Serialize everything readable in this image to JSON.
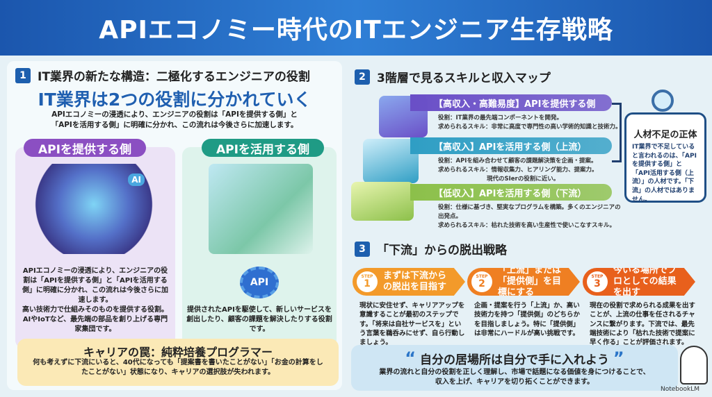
{
  "header": {
    "title": "APIエコノミー時代のITエンジニア生存戦略"
  },
  "section1": {
    "num": "1",
    "title": "IT業界の新たな構造：二極化するエンジニアの役割",
    "headline": "IT業界は2つの役割に分かれていく",
    "intro": [
      "APIエコノミーの浸透により、エンジニアの役割は「APIを提供する側」と",
      "「APIを活用する側」に明確に分かれ、この流れは今後さらに加速します。"
    ],
    "provider": {
      "label": "APIを提供する側",
      "text1": "APIエコノミーの浸透により、エンジニアの役割は「APIを提供する側」と「APIを活用する側」に明確に分かれ、この流れは今後さらに加速します。",
      "text2": "高い技術力で仕組みそのものを提供する役割。AIやIoTなど、最先端の部品を創り上げる専門家集団です。",
      "illo": "AI"
    },
    "consumer": {
      "label": "APIを活用する側",
      "text": "提供されたAPIを駆使して、新しいサービスを創出したり、顧客の課題を解決したりする役割です。",
      "gear": "API"
    },
    "trap": {
      "title": "キャリアの罠：純粋培養プログラマー",
      "text": "何も考えずに下流にいると、40代になっても「提案書を書いたことがない」「お金の計算をしたことがない」状態になり、キャリアの選択肢が失われます。"
    }
  },
  "section2": {
    "num": "2",
    "title": "3階層で見るスキルと収入マップ",
    "tiers": [
      {
        "label": "【高収入・高難易度】APIを提供する側",
        "lines": [
          "役割：IT業界の最先端コンポーネントを開発。",
          "求められるスキル：非常に高度で専門性の高い学術的知識と技術力。"
        ],
        "color": "#6a4fc7"
      },
      {
        "label": "【高収入】APIを活用する側（上流）",
        "lines": [
          "役割：APIを組み合わせて顧客の課題解決策を企画・提案。",
          "求められるスキル：情報収集力、ヒアリング能力、提案力。",
          "現代のSIerの役割に近い。"
        ],
        "color": "#2f9ec4"
      },
      {
        "label": "【低収入】APIを活用する側（下流）",
        "lines": [
          "役割：仕様に基づき、堅実なプログラムを構築。多くのエンジニアの出発点。",
          "求められるスキル：枯れた技術を高い生産性で使いこなすスキル。"
        ],
        "color": "#8cc04a"
      }
    ],
    "callout": {
      "title": "人材不足の正体",
      "text": "IT業界で不足していると言われるのは、「APIを提供する側」と「API活用する側（上流）」の人材です。「下流」の人材ではありません。"
    }
  },
  "section3": {
    "num": "3",
    "title": "「下流」からの脱出戦略",
    "step_word": "STEP",
    "steps": [
      {
        "n": "1",
        "title": "まずは下流からの脱出を目指す",
        "text": "現状に安住せず、キャリアアップを意識することが最初のステップです。「将来は自社サービスを」という言葉を鵜呑みにせず、自ら行動しましょう。",
        "color": "#f39a2a"
      },
      {
        "n": "2",
        "title": "「上流」または「提供側」を目標にする",
        "text": "企画・提案を行う「上流」か、高い技術力を持つ「提供側」のどちらかを目指しましょう。特に「提供側」は非常にハードルが高い挑戦です。",
        "color": "#ef7f22"
      },
      {
        "n": "3",
        "title": "今いる場所でプロとしての結果を出す",
        "text": "現在の役割で求められる成果を出すことが、上流の仕事を任されるチャンスに繋がります。下流では、最先端技術により「枯れた技術で提案に早く作る」ことが評価されます。",
        "color": "#e8601c"
      }
    ]
  },
  "quote": {
    "open": "“",
    "close": "”",
    "title": "自分の居場所は自分で手に入れよう",
    "text": [
      "業界の流れと自分の役割を正しく理解し、市場で話題になる価値を身につけることで、",
      "収入を上げ、キャリアを切り拓くことができます。"
    ]
  },
  "watermark": "NotebookLM"
}
